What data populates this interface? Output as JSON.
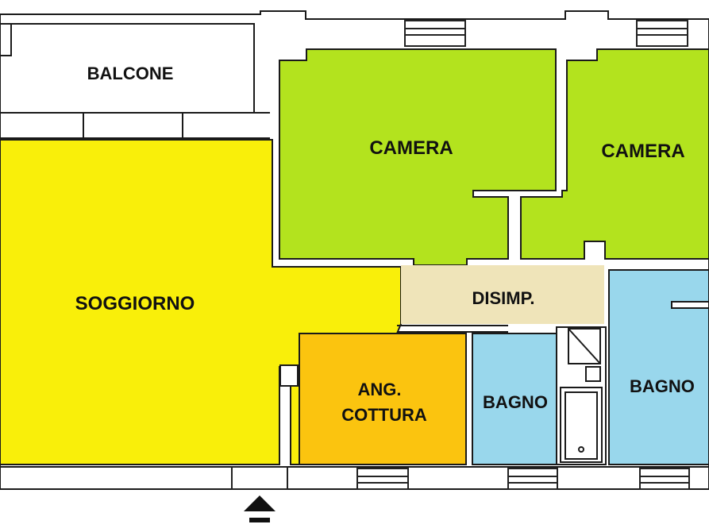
{
  "rooms": {
    "balcone": {
      "label": "BALCONE",
      "color": "#ffffff"
    },
    "camera_left": {
      "label": "CAMERA",
      "color": "#b3e31e"
    },
    "camera_right": {
      "label": "CAMERA",
      "color": "#b3e31e"
    },
    "soggiorno": {
      "label": "SOGGIORNO",
      "color": "#f9ef0a"
    },
    "disimpegno": {
      "label": "DISIMP.",
      "color": "#efe4b9"
    },
    "angolo_cottura": {
      "line1": "ANG.",
      "line2": "COTTURA",
      "color": "#fbc40f"
    },
    "bagno_small": {
      "label": "BAGNO",
      "color": "#99d7ec"
    },
    "bagno_right": {
      "label": "BAGNO",
      "color": "#99d7ec"
    }
  },
  "colors": {
    "wall": "#ffffff",
    "wall_line": "#1a1a1a",
    "window_line": "#222222"
  },
  "entrance": {
    "icon": "entrance-arrow-icon"
  }
}
